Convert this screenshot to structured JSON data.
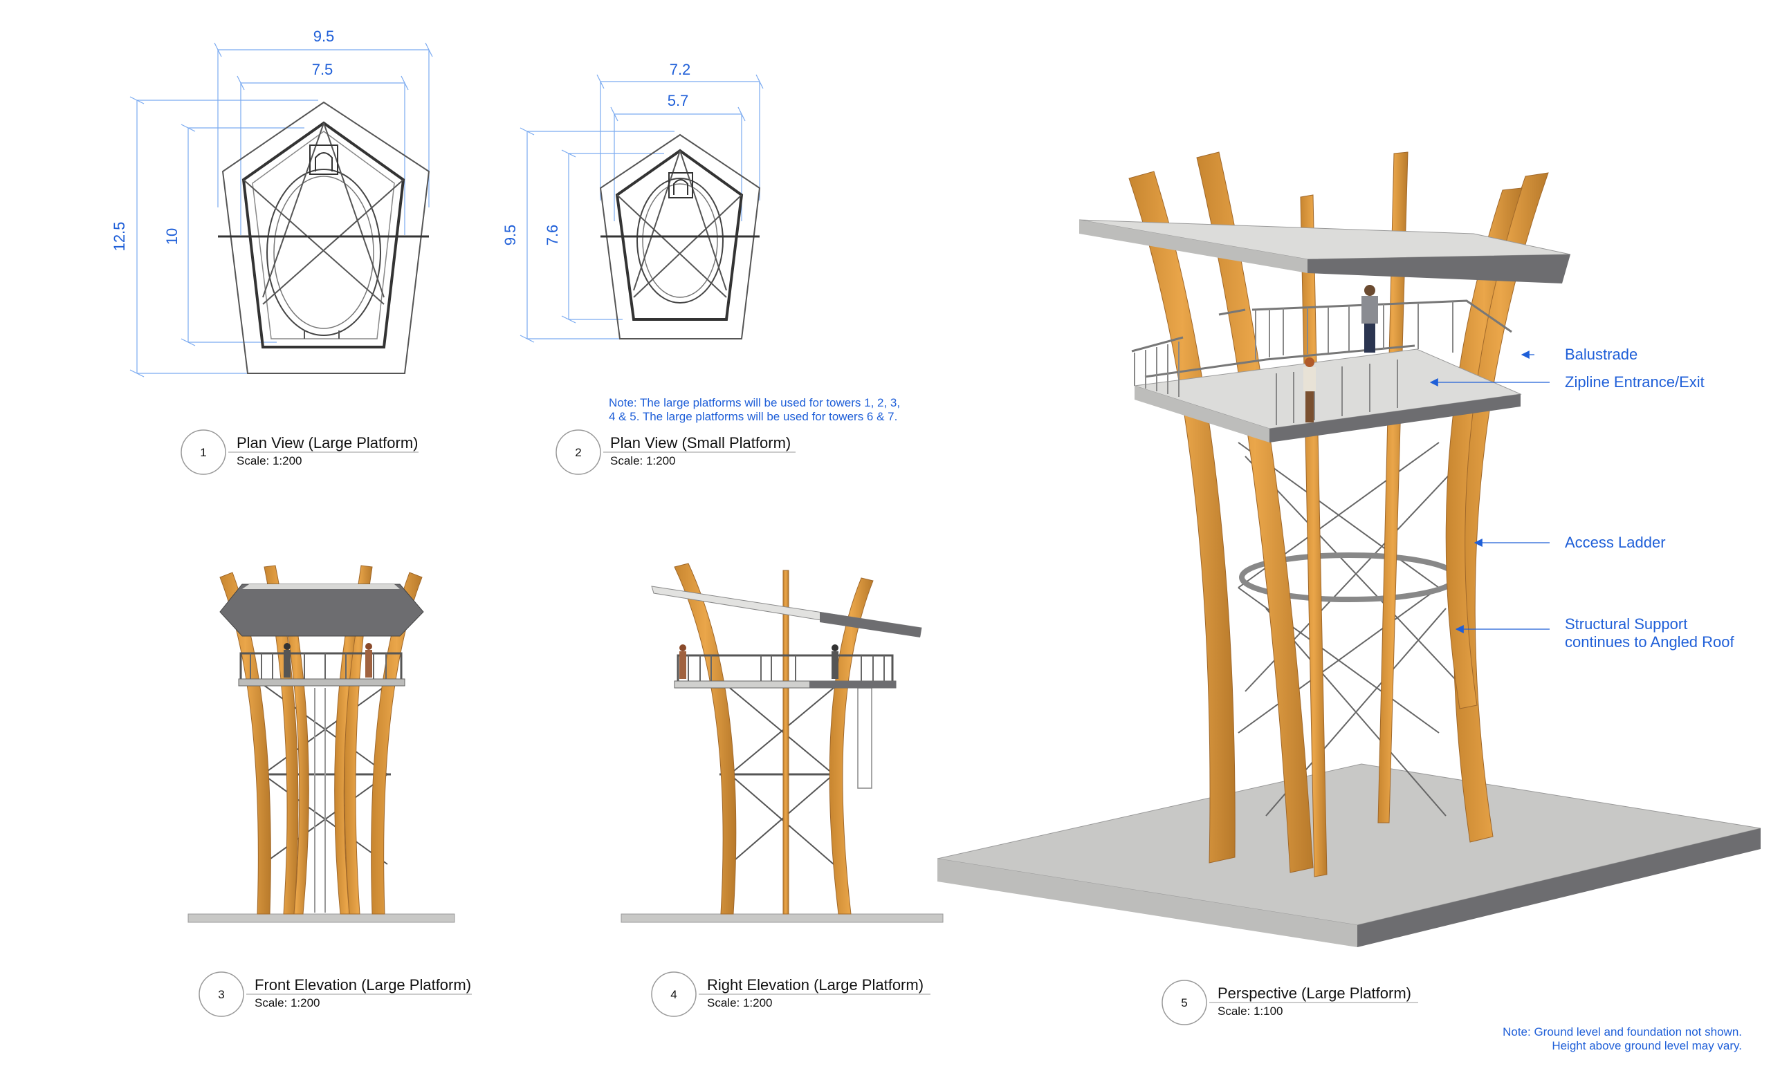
{
  "plan_large": {
    "dim_outer_width": "9.5",
    "dim_inner_width": "7.5",
    "dim_outer_depth": "12.5",
    "dim_inner_depth": "10"
  },
  "plan_small": {
    "dim_outer_width": "7.2",
    "dim_inner_width": "5.7",
    "dim_outer_depth": "9.5",
    "dim_inner_depth": "7.6"
  },
  "platform_note": {
    "line1": "Note: The large platforms will be used for towers 1, 2, 3,",
    "line2": "4 & 5. The large platforms will be used for towers 6 & 7."
  },
  "views": [
    {
      "number": "1",
      "title": "Plan View (Large Platform)",
      "scale": "Scale: 1:200"
    },
    {
      "number": "2",
      "title": "Plan View (Small Platform)",
      "scale": "Scale: 1:200"
    },
    {
      "number": "3",
      "title": "Front Elevation (Large Platform)",
      "scale": "Scale: 1:200"
    },
    {
      "number": "4",
      "title": "Right Elevation (Large Platform)",
      "scale": "Scale: 1:200"
    },
    {
      "number": "5",
      "title": "Perspective (Large Platform)",
      "scale": "Scale: 1:100"
    }
  ],
  "callouts": {
    "balustrade": "Balustrade",
    "zipline": "Zipline Entrance/Exit",
    "ladder": "Access Ladder",
    "support_line1": "Structural Support",
    "support_line2": "continues to Angled Roof"
  },
  "ground_note": {
    "line1": "Note: Ground level and foundation not shown.",
    "line2": "Height above ground level may vary."
  },
  "colors": {
    "timber": "#e09a3a",
    "timber_shade": "#b97a2c",
    "concrete": "#c8c8c6",
    "concrete_dark": "#6f6f72",
    "annotation_blue": "#1f5fd8"
  }
}
